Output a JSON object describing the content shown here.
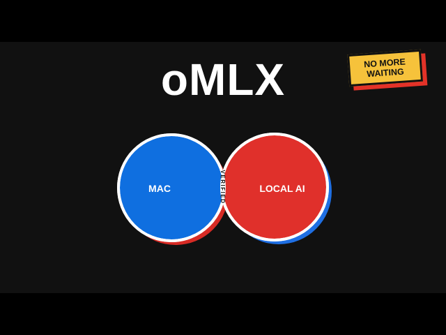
{
  "title": "oMLX",
  "badge": {
    "line1": "NO MORE",
    "line2": "WAITING"
  },
  "venn": {
    "left_label": "MAC",
    "right_label": "LOCAL AI",
    "overlap_label": "VERIFIED"
  },
  "colors": {
    "background": "#111111",
    "left_circle": "#0f6fe0",
    "right_circle": "#e0302b",
    "overlap": "#f6c83a",
    "badge_fill": "#f6c23b",
    "badge_shadow": "#e33228",
    "text": "#ffffff"
  }
}
